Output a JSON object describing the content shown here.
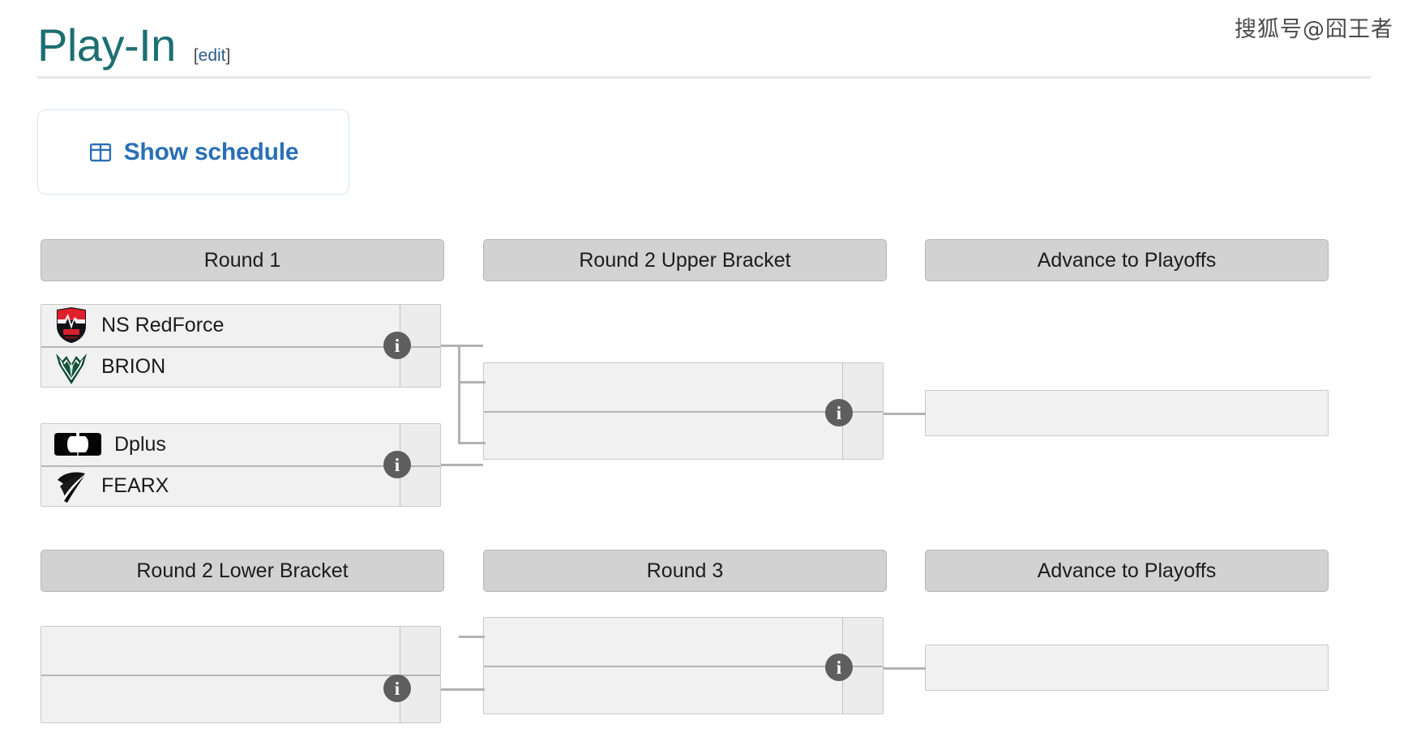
{
  "watermark": "搜狐号@囧王者",
  "header": {
    "title": "Play-In",
    "edit_open": "[",
    "edit_label": "edit",
    "edit_close": "]"
  },
  "toolbar": {
    "schedule_button_label": "Show schedule",
    "schedule_icon": "table-grid-icon"
  },
  "colors": {
    "title": "#1d6e72",
    "link": "#2a6fb5",
    "header_bar": "#d2d2d2",
    "match_bg": "#f1f1f1",
    "score_bg": "#ececec",
    "connector": "#b2b2b2",
    "info_badge": "#5e5e5e"
  },
  "brackets": {
    "upper": {
      "headers": [
        {
          "label": "Round 1"
        },
        {
          "label": "Round 2 Upper Bracket"
        },
        {
          "label": "Advance to Playoffs"
        }
      ],
      "round1": [
        {
          "info_label": "i",
          "teams": [
            {
              "name": "NS RedForce",
              "logo": "ns-redforce-logo",
              "score": ""
            },
            {
              "name": "BRION",
              "logo": "brion-logo",
              "score": ""
            }
          ]
        },
        {
          "info_label": "i",
          "teams": [
            {
              "name": "Dplus",
              "logo": "dplus-logo",
              "score": ""
            },
            {
              "name": "FEARX",
              "logo": "fearx-logo",
              "score": ""
            }
          ]
        }
      ],
      "round2": [
        {
          "info_label": "i",
          "teams": [
            {
              "name": "",
              "logo": "",
              "score": ""
            },
            {
              "name": "",
              "logo": "",
              "score": ""
            }
          ]
        }
      ],
      "advance": [
        {
          "teams": [
            {
              "name": "",
              "logo": "",
              "score": ""
            }
          ]
        }
      ]
    },
    "lower": {
      "headers": [
        {
          "label": "Round 2 Lower Bracket"
        },
        {
          "label": "Round 3"
        },
        {
          "label": "Advance to Playoffs"
        }
      ],
      "round2lower": [
        {
          "info_label": "i",
          "teams": [
            {
              "name": "",
              "logo": "",
              "score": ""
            },
            {
              "name": "",
              "logo": "",
              "score": ""
            }
          ]
        }
      ],
      "round3": [
        {
          "info_label": "i",
          "teams": [
            {
              "name": "",
              "logo": "",
              "score": ""
            },
            {
              "name": "",
              "logo": "",
              "score": ""
            }
          ]
        }
      ],
      "advance": [
        {
          "teams": [
            {
              "name": "",
              "logo": "",
              "score": ""
            }
          ]
        }
      ]
    }
  }
}
